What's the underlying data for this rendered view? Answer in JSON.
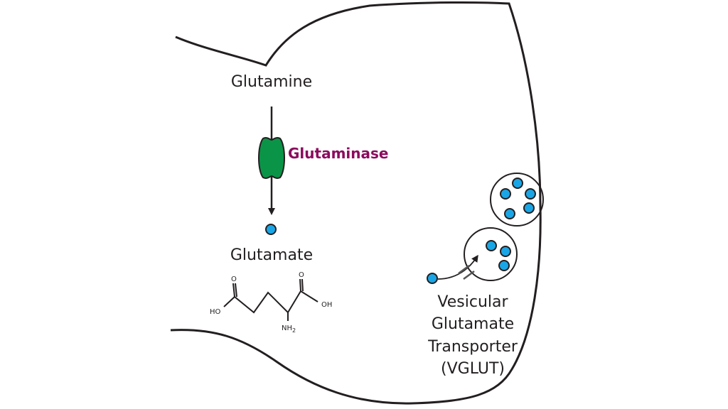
{
  "diagram": {
    "title": "Glutamate synthesis and vesicular packaging",
    "labels": {
      "glutamine": "Glutamine",
      "glutaminase": "Glutaminase",
      "glutamate": "Glutamate",
      "vglut_line1": "Vesicular",
      "vglut_line2": "Glutamate",
      "vglut_line3": "Transporter",
      "vglut_line4": "(VGLUT)"
    },
    "structure_labels": {
      "ho": "HO",
      "oh": "OH",
      "o_left": "O",
      "o_right": "O",
      "nh2": "NH",
      "nh2_sub": "2"
    },
    "colors": {
      "enzyme": "#0a9447",
      "enzyme_label": "#8b0b5e",
      "glutamate_dot": "#1aa6e6",
      "outline": "#231f20"
    },
    "vesicles": [
      {
        "name": "full-vesicle",
        "glutamate_count": 5
      },
      {
        "name": "filling-vesicle",
        "glutamate_count": 3
      }
    ]
  }
}
